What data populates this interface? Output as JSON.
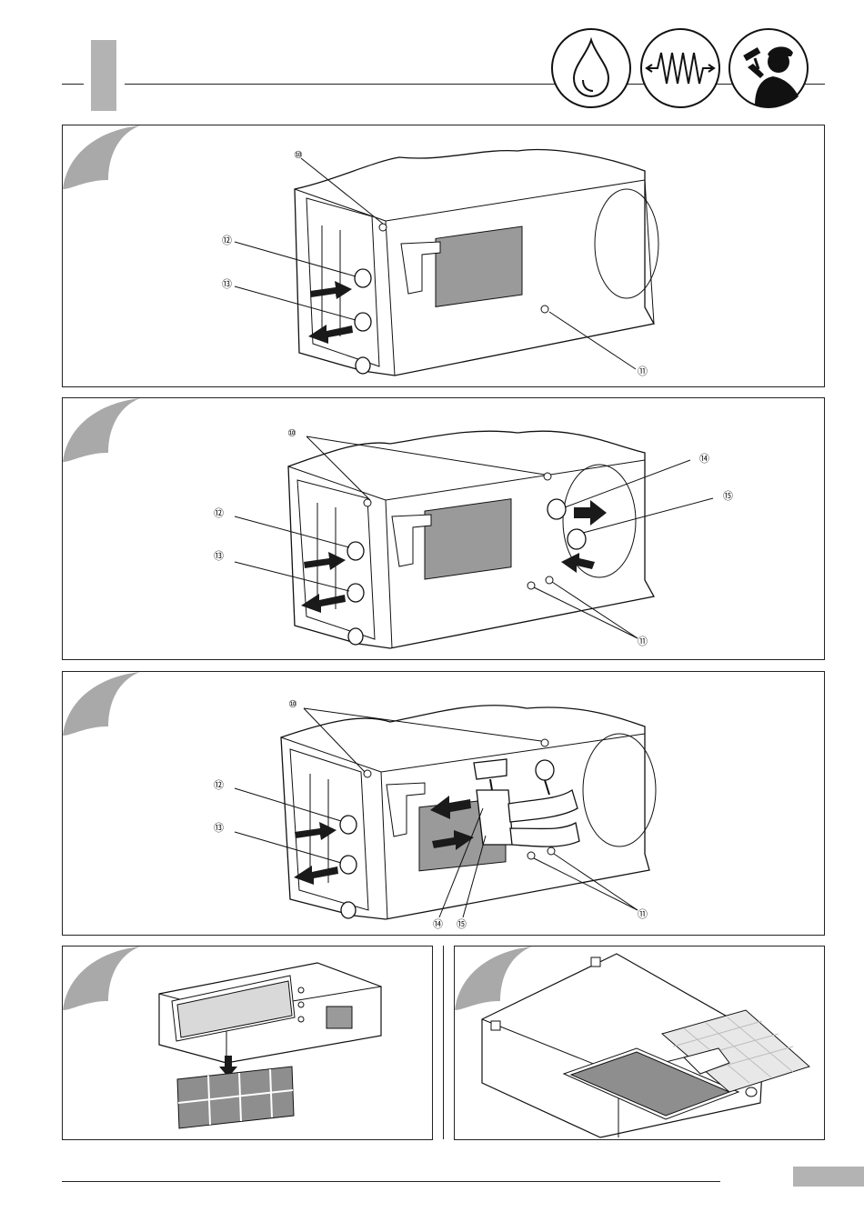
{
  "header": {
    "icons": [
      {
        "name": "water-drop-icon"
      },
      {
        "name": "heat-exchange-zigzag-icon"
      },
      {
        "name": "installer-with-hammer-icon"
      }
    ]
  },
  "panels": [
    {
      "id": "panel-1",
      "callouts": [
        {
          "key": "c10",
          "label": "⑩"
        },
        {
          "key": "c12",
          "label": "⑫"
        },
        {
          "key": "c13",
          "label": "⑬"
        },
        {
          "key": "c11",
          "label": "⑪"
        }
      ]
    },
    {
      "id": "panel-2",
      "callouts": [
        {
          "key": "c10",
          "label": "⑩"
        },
        {
          "key": "c12",
          "label": "⑫"
        },
        {
          "key": "c13",
          "label": "⑬"
        },
        {
          "key": "c14",
          "label": "⑭"
        },
        {
          "key": "c15",
          "label": "⑮"
        },
        {
          "key": "c11",
          "label": "⑪"
        }
      ]
    },
    {
      "id": "panel-3",
      "callouts": [
        {
          "key": "c10",
          "label": "⑩"
        },
        {
          "key": "c12",
          "label": "⑫"
        },
        {
          "key": "c13",
          "label": "⑬"
        },
        {
          "key": "c14",
          "label": "⑭"
        },
        {
          "key": "c15",
          "label": "⑮"
        },
        {
          "key": "c11",
          "label": "⑪"
        }
      ]
    },
    {
      "id": "panel-4",
      "callouts": []
    },
    {
      "id": "panel-5",
      "callouts": []
    }
  ],
  "colors": {
    "tab_gray": "#b3b3b3",
    "corner_gray": "#a9a9a9",
    "arrow_black": "#1a1a1a",
    "box_gray": "#9a9a9a",
    "filter_gray": "#8e8e8e"
  }
}
